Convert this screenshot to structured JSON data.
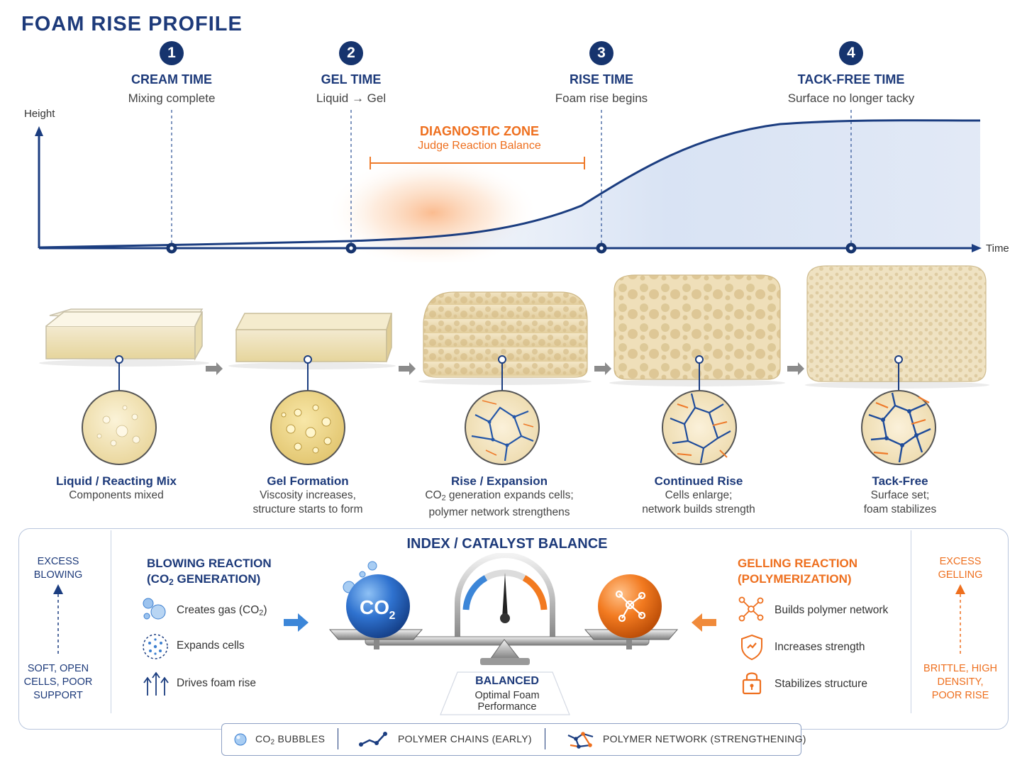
{
  "title": "FOAM RISE PROFILE",
  "axes": {
    "y_label": "Height",
    "x_label": "Time"
  },
  "stages": [
    {
      "number": "1",
      "name": "CREAM TIME",
      "desc": "Mixing complete"
    },
    {
      "number": "2",
      "name": "GEL TIME",
      "desc": "Liquid → Gel"
    },
    {
      "number": "3",
      "name": "RISE TIME",
      "desc": "Foam rise begins"
    },
    {
      "number": "4",
      "name": "TACK-FREE TIME",
      "desc": "Surface no longer tacky"
    }
  ],
  "diagnostic_zone": {
    "title": "DIAGNOSTIC ZONE",
    "subtitle": "Judge Reaction Balance"
  },
  "steps": [
    {
      "title": "Liquid / Reacting Mix",
      "line1": "Components mixed",
      "line2": ""
    },
    {
      "title": "Gel Formation",
      "line1": "Viscosity increases,",
      "line2": "structure starts to form"
    },
    {
      "title": "Rise / Expansion",
      "line1_pre": "CO",
      "line1_sub": "2",
      "line1_post": " generation expands cells;",
      "line2": "polymer network strengthens"
    },
    {
      "title": "Continued Rise",
      "line1": "Cells enlarge;",
      "line2": "network builds strength"
    },
    {
      "title": "Tack-Free",
      "line1": "Surface set;",
      "line2": "foam stabilizes"
    }
  ],
  "balance": {
    "title": "INDEX / CATALYST BALANCE",
    "left_side": {
      "top": [
        "EXCESS",
        "BLOWING"
      ],
      "bottom": [
        "SOFT, OPEN",
        "CELLS, POOR",
        "SUPPORT"
      ]
    },
    "right_side": {
      "top": [
        "EXCESS",
        "GELLING"
      ],
      "bottom": [
        "BRITTLE, HIGH",
        "DENSITY,",
        "POOR RISE"
      ]
    },
    "blowing": {
      "title1": "BLOWING REACTION",
      "title2_pre": "(CO",
      "title2_sub": "2",
      "title2_post": " GENERATION)",
      "item1_pre": "Creates gas (CO",
      "item1_sub": "2",
      "item1_post": ")",
      "item2": "Expands cells",
      "item3": "Drives foam rise"
    },
    "gelling": {
      "title1": "GELLING REACTION",
      "title2": "(POLYMERIZATION)",
      "item1": "Builds polymer network",
      "item2": "Increases strength",
      "item3": "Stabilizes structure"
    },
    "co2_ball": {
      "main": "CO",
      "sub": "2"
    },
    "center": {
      "label": "BALANCED",
      "line1": "Optimal Foam",
      "line2": "Performance"
    }
  },
  "legend": {
    "item1_pre": "CO",
    "item1_sub": "2",
    "item1_post": " BUBBLES",
    "item2": "POLYMER CHAINS  (EARLY)",
    "item3": "POLYMER NETWORK  (STRENGTHENING)"
  },
  "colors": {
    "navy": "#1d3a7a",
    "orange": "#ee6f1e",
    "blue": "#2f6fc8",
    "foam": "#ecdcb4"
  }
}
